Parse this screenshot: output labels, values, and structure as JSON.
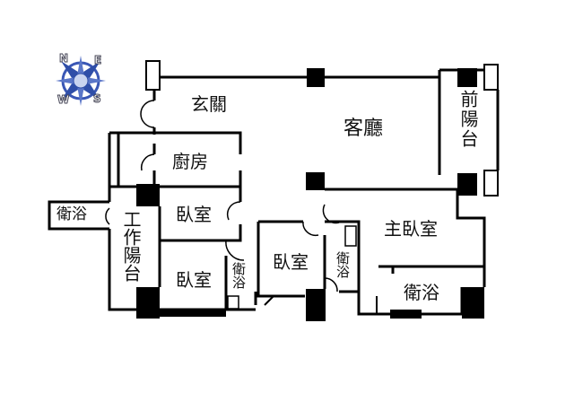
{
  "compass": {
    "north": "N",
    "east": "E",
    "south": "S",
    "west": "W",
    "color": "#3a57b5"
  },
  "rooms": {
    "entrance": "玄關",
    "living": "客廳",
    "front_balcony": "前陽台",
    "kitchen": "廚房",
    "bedroom_1": "臥室",
    "bedroom_2": "臥室",
    "bedroom_3": "臥室",
    "master_bedroom": "主臥室",
    "bath_left": "衛浴",
    "bath_small": "衛浴",
    "bath_middle": "衛浴",
    "bath_master": "衛浴",
    "work_balcony": "工作陽台"
  }
}
